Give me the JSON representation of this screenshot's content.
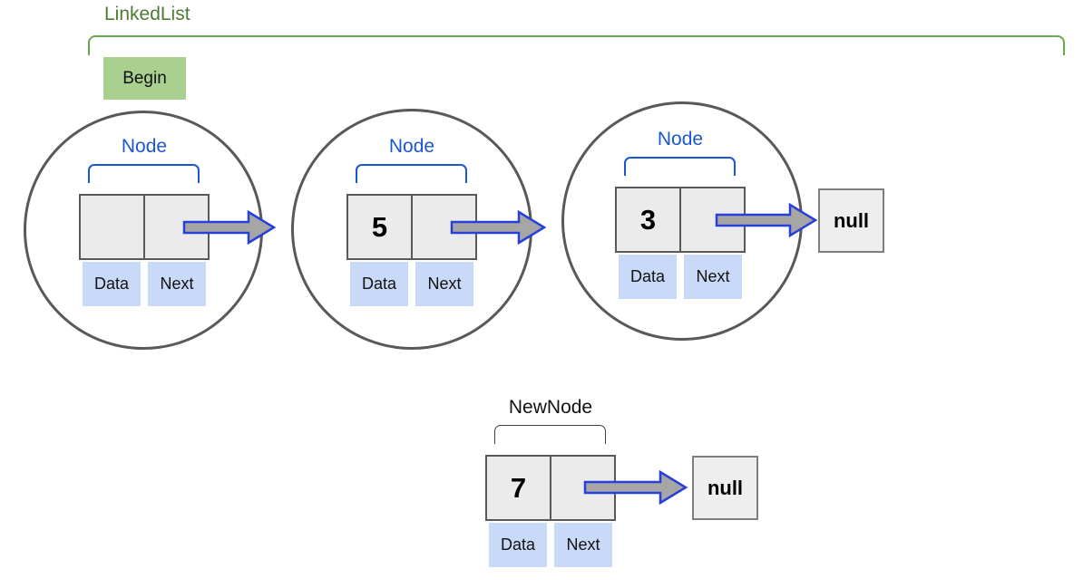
{
  "diagram": {
    "title": "LinkedList",
    "begin_label": "Begin",
    "list_nodes": [
      {
        "label": "Node",
        "data_value": "",
        "data_label": "Data",
        "next_label": "Next"
      },
      {
        "label": "Node",
        "data_value": "5",
        "data_label": "Data",
        "next_label": "Next"
      },
      {
        "label": "Node",
        "data_value": "3",
        "data_label": "Data",
        "next_label": "Next"
      }
    ],
    "list_terminator": "null",
    "new_node": {
      "label": "NewNode",
      "data_value": "7",
      "data_label": "Data",
      "next_label": "Next",
      "terminator": "null"
    },
    "colors": {
      "title_green": "#4e7b34",
      "bracket_green": "#6aa84f",
      "begin_fill": "#a9d08e",
      "node_label_blue": "#1b57d0",
      "arrow_fill": "#a6a6a6",
      "arrow_outline": "#2640d9",
      "cell_fill": "#ebebeb",
      "cell_border": "#595959",
      "label_box_fill": "#c9daf8",
      "circle_border": "#595959",
      "null_fill": "#eeeeee",
      "null_border": "#7f7f7f"
    }
  }
}
